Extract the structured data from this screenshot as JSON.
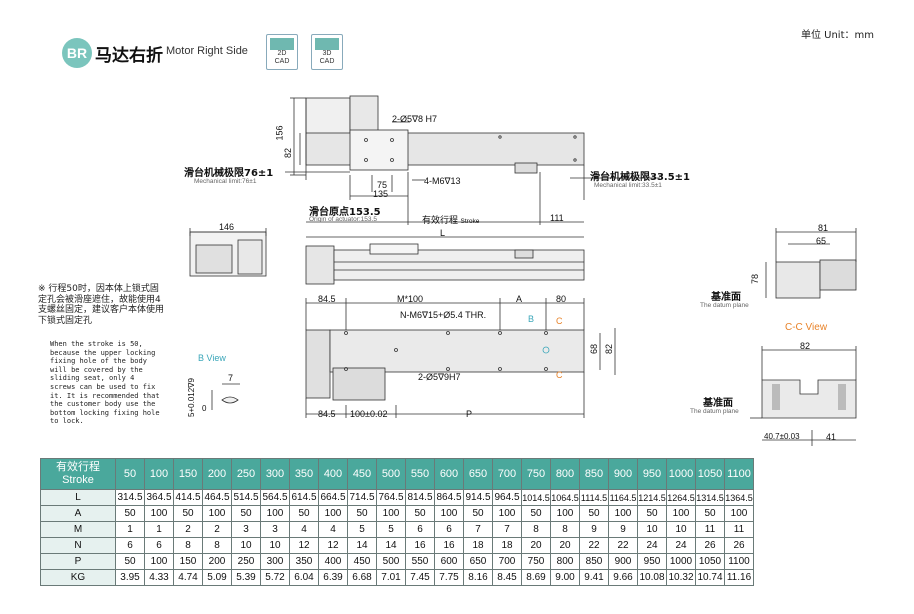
{
  "header": {
    "badge": "BR",
    "title": "马达右折",
    "subtitle": "Motor Right Side",
    "cad_2d": [
      "2D",
      "CAD"
    ],
    "cad_3d": [
      "3D",
      "CAD"
    ],
    "unit": "单位 Unit：mm"
  },
  "drawing_top": {
    "dim_156": "156",
    "dim_82": "82",
    "dim_75": "75",
    "dim_135": "135",
    "hole_2d5": "2-Ø5∇8 H7",
    "hole_4m6": "4-M6∇13",
    "limit_left_cn": "滑台机械极限76±1",
    "limit_left_en": "Mechanical limit:76±1",
    "limit_right_cn": "滑台机械极限33.5±1",
    "limit_right_en": "Mechanical limit:33.5±1",
    "origin_cn": "滑台原点153.5",
    "origin_en": "Origin of actuator:153.5",
    "stroke_cn": "有效行程",
    "stroke_en": "Stroke",
    "dim_111": "111",
    "dim_L": "L"
  },
  "drawing_side": {
    "dim_146": "146"
  },
  "drawing_bottom": {
    "dim_84_5_top": "84.5",
    "dim_M100": "M*100",
    "dim_A": "A",
    "dim_80": "80",
    "hole_nm6": "N-M6∇15+Ø5.4 THR.",
    "label_B": "B",
    "label_C_top": "C",
    "label_C_bot": "C",
    "dim_68": "68",
    "dim_82": "82",
    "hole_2d5": "2-Ø5∇9H7",
    "dim_84_5_bot": "84.5",
    "dim_100": "100±0.02",
    "dim_P": "P"
  },
  "b_view": {
    "title": "B View",
    "dim_7": "7",
    "dim_9": "5+0.012∇9",
    "dim_0": "0"
  },
  "end_view": {
    "dim_81": "81",
    "dim_65": "65",
    "dim_78": "78",
    "datum_cn": "基准面",
    "datum_en": "The datum plane"
  },
  "cc_view": {
    "title": "C-C View",
    "dim_82": "82",
    "datum_cn": "基准面",
    "datum_en": "The datum plane",
    "dim_40_7": "40.7±0.03",
    "dim_41": "41"
  },
  "note": {
    "mark": "※",
    "cn": "行程50时，因本体上锁式固定孔会被滑座遮住，故能使用4支螺丝固定，建议客户本体使用下锁式固定孔",
    "en": "When the stroke is 50, because the upper locking fixing hole of the body will be covered by the sliding seat, only 4 screws can be used to fix it. It is recommended that the customer body use the bottom locking fixing hole to lock."
  },
  "table": {
    "header_cn": "有效行程",
    "header_en": "Stroke",
    "strokes": [
      "50",
      "100",
      "150",
      "200",
      "250",
      "300",
      "350",
      "400",
      "450",
      "500",
      "550",
      "600",
      "650",
      "700",
      "750",
      "800",
      "850",
      "900",
      "950",
      "1000",
      "1050",
      "1100"
    ],
    "rows": [
      {
        "label": "L",
        "values": [
          "314.5",
          "364.5",
          "414.5",
          "464.5",
          "514.5",
          "564.5",
          "614.5",
          "664.5",
          "714.5",
          "764.5",
          "814.5",
          "864.5",
          "914.5",
          "964.5",
          "1014.5",
          "1064.5",
          "1114.5",
          "1164.5",
          "1214.5",
          "1264.5",
          "1314.5",
          "1364.5"
        ]
      },
      {
        "label": "A",
        "values": [
          "50",
          "100",
          "50",
          "100",
          "50",
          "100",
          "50",
          "100",
          "50",
          "100",
          "50",
          "100",
          "50",
          "100",
          "50",
          "100",
          "50",
          "100",
          "50",
          "100",
          "50",
          "100"
        ]
      },
      {
        "label": "M",
        "values": [
          "1",
          "1",
          "2",
          "2",
          "3",
          "3",
          "4",
          "4",
          "5",
          "5",
          "6",
          "6",
          "7",
          "7",
          "8",
          "8",
          "9",
          "9",
          "10",
          "10",
          "11",
          "11"
        ]
      },
      {
        "label": "N",
        "values": [
          "6",
          "6",
          "8",
          "8",
          "10",
          "10",
          "12",
          "12",
          "14",
          "14",
          "16",
          "16",
          "18",
          "18",
          "20",
          "20",
          "22",
          "22",
          "24",
          "24",
          "26",
          "26"
        ]
      },
      {
        "label": "P",
        "values": [
          "50",
          "100",
          "150",
          "200",
          "250",
          "300",
          "350",
          "400",
          "450",
          "500",
          "550",
          "600",
          "650",
          "700",
          "750",
          "800",
          "850",
          "900",
          "950",
          "1000",
          "1050",
          "1100"
        ]
      },
      {
        "label": "KG",
        "values": [
          "3.95",
          "4.33",
          "4.74",
          "5.09",
          "5.39",
          "5.72",
          "6.04",
          "6.39",
          "6.68",
          "7.01",
          "7.45",
          "7.75",
          "8.16",
          "8.45",
          "8.69",
          "9.00",
          "9.41",
          "9.66",
          "10.08",
          "10.32",
          "10.74",
          "11.16"
        ]
      }
    ]
  },
  "colors": {
    "accent": "#4aa89c",
    "badge": "#7bc5bd",
    "label_blue": "#3aa6b9",
    "label_orange": "#e8832a"
  }
}
